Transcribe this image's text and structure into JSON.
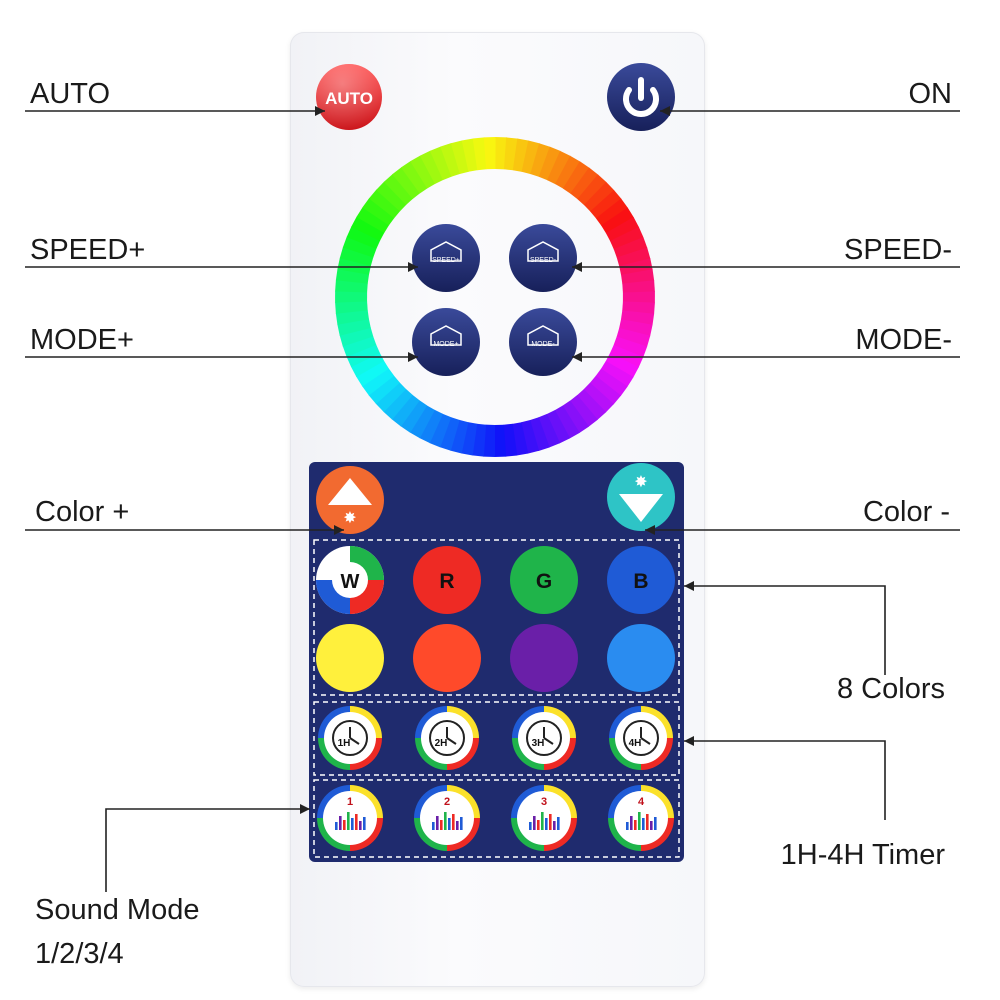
{
  "labels": {
    "auto": "AUTO",
    "on": "ON",
    "speed_plus": "SPEED+",
    "speed_minus": "SPEED-",
    "mode_plus": "MODE+",
    "mode_minus": "MODE-",
    "color_plus": "Color +",
    "color_minus": "Color -",
    "eight_colors": "8 Colors",
    "timer": "1H-4H Timer",
    "sound_mode_line1": "Sound Mode",
    "sound_mode_line2": "1/2/3/4"
  },
  "buttons": {
    "auto_text": "AUTO",
    "speed_plus_text": "SPEED+",
    "speed_minus_text": "SPEED-",
    "mode_plus_text": "MODE+",
    "mode_minus_text": "MODE-",
    "white_text": "W",
    "red_text": "R",
    "green_text": "G",
    "blue_text": "B",
    "timers": [
      "1H",
      "2H",
      "3H",
      "4H"
    ],
    "sound_modes": [
      "1",
      "2",
      "3",
      "4"
    ]
  },
  "colors": {
    "navy": "#1f2a6b",
    "panel": "#1f2b6e",
    "auto_red": "#e8141c",
    "orange": "#f26a30",
    "teal": "#2ec4c6",
    "red": "#ee2a24",
    "green": "#1fb44a",
    "blue": "#1f5bd6",
    "yellow": "#fff03c",
    "orange_red": "#ff4a2a",
    "purple": "#6a1fa8",
    "sky": "#2a8cf0"
  },
  "icons": [
    "power-icon",
    "arrow-up-icon",
    "arrow-down-icon",
    "clock-icon",
    "equalizer-icon"
  ]
}
